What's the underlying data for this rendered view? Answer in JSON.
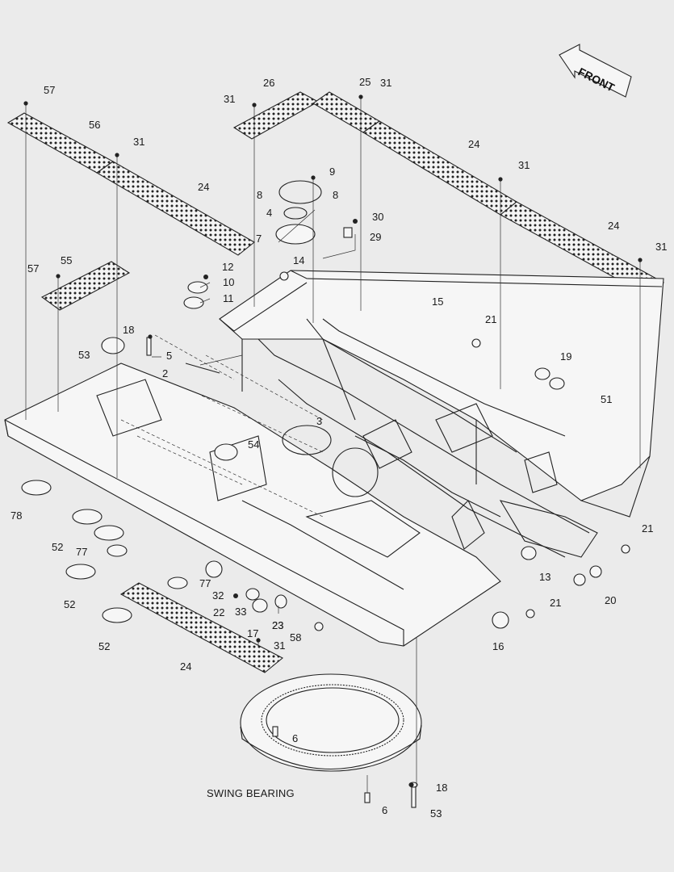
{
  "caption": "SWING BEARING",
  "front_label": "FRONT",
  "callouts": [
    "57",
    "56",
    "31",
    "24",
    "26",
    "25",
    "9",
    "8",
    "4",
    "7",
    "30",
    "29",
    "12",
    "10",
    "11",
    "14",
    "15",
    "21",
    "19",
    "51",
    "18",
    "53",
    "5",
    "2",
    "3",
    "54",
    "78",
    "52",
    "77",
    "32",
    "22",
    "33",
    "17",
    "23",
    "58",
    "13",
    "20",
    "16",
    "6",
    "55"
  ],
  "colors": {
    "background": "#ebebeb",
    "line": "#222222"
  }
}
